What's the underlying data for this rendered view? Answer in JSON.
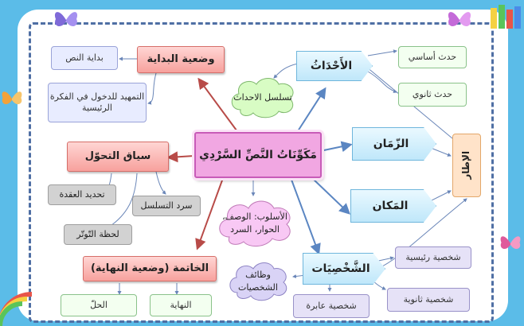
{
  "center": {
    "title": "مَكَوِّنَاتُ النَّصِّ السَّرْدِي"
  },
  "beginning": {
    "label": "وضعية البداية",
    "items": [
      "بداية النص",
      "التمهيد للدخول في الفكرة الرئيسية"
    ]
  },
  "transition": {
    "label": "سياق التحوّل",
    "items": [
      "سرد التسلسل",
      "تحديد العقدة",
      "لحظة التّوتّر"
    ]
  },
  "ending": {
    "label": "الخاتمة (وضعية النهاية)",
    "items": [
      "النهاية",
      "الحلّ"
    ]
  },
  "events": {
    "label": "الأَحْدَاثُ",
    "items": [
      "حدث أساسي",
      "حدث ثانوي"
    ],
    "cloud": "تسلسل الاحداث"
  },
  "time": {
    "label": "الزّمَان"
  },
  "place": {
    "label": "المَكان"
  },
  "framework": {
    "label": "الإطار"
  },
  "characters": {
    "label": "الشَّخْصِيَات",
    "items": [
      "شخصية رئيسية",
      "شخصية ثانوية",
      "شخصية عابرة"
    ],
    "cloud": "وظائف الشخصيات"
  },
  "style": {
    "cloud": "الأسلوب: الوصف، الحوار، السرد"
  },
  "colors": {
    "background": "#5bbce8",
    "center_fill": "#f1a7e2",
    "red_box": "#f7a19d",
    "blue_arrow": "#bfe7fa",
    "cloud_green": "#d8fcc4",
    "cloud_pink": "#f8c8f4",
    "cloud_lavender": "#d9d3f6"
  }
}
